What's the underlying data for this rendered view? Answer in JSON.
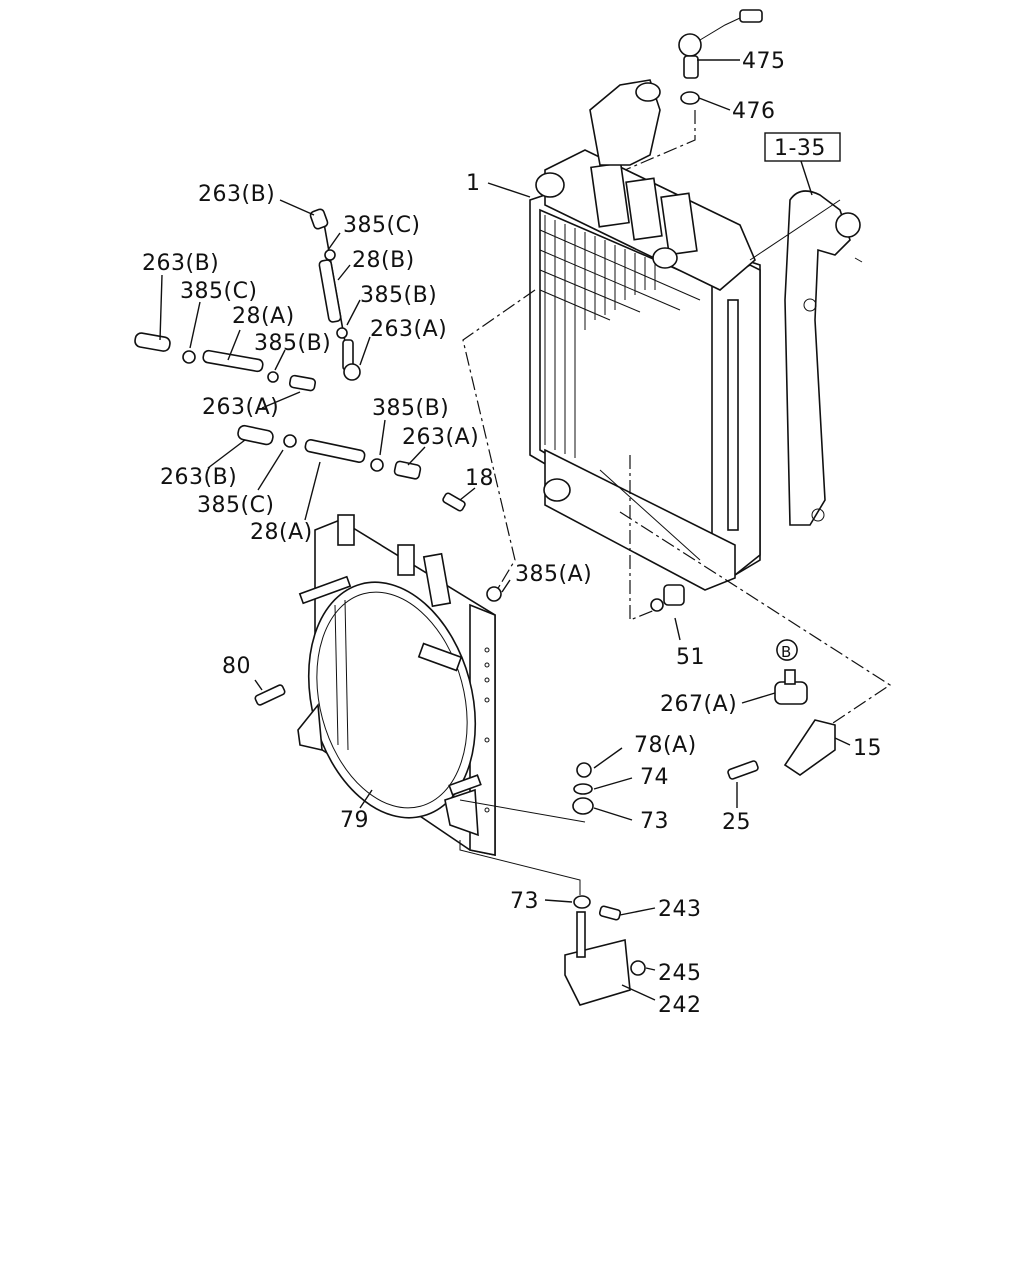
{
  "diagram": {
    "ref_box": "1-35",
    "callout_b": "B",
    "labels": {
      "p475": "475",
      "p476": "476",
      "p1": "1",
      "p263b_1": "263(B)",
      "p385c_1": "385(C)",
      "p28b": "28(B)",
      "p385b_1": "385(B)",
      "p263a_1": "263(A)",
      "p263b_2": "263(B)",
      "p385c_2": "385(C)",
      "p28a_1": "28(A)",
      "p385b_2": "385(B)",
      "p263a_2": "263(A)",
      "p385b_3": "385(B)",
      "p263a_3": "263(A)",
      "p18": "18",
      "p263b_3": "263(B)",
      "p385c_3": "385(C)",
      "p28a_2": "28(A)",
      "p385a": "385(A)",
      "p51": "51",
      "p80": "80",
      "p267a": "267(A)",
      "p15": "15",
      "p78a": "78(A)",
      "p74": "74",
      "p73_1": "73",
      "p25": "25",
      "p79": "79",
      "p73_2": "73",
      "p243": "243",
      "p245": "245",
      "p242": "242"
    }
  }
}
